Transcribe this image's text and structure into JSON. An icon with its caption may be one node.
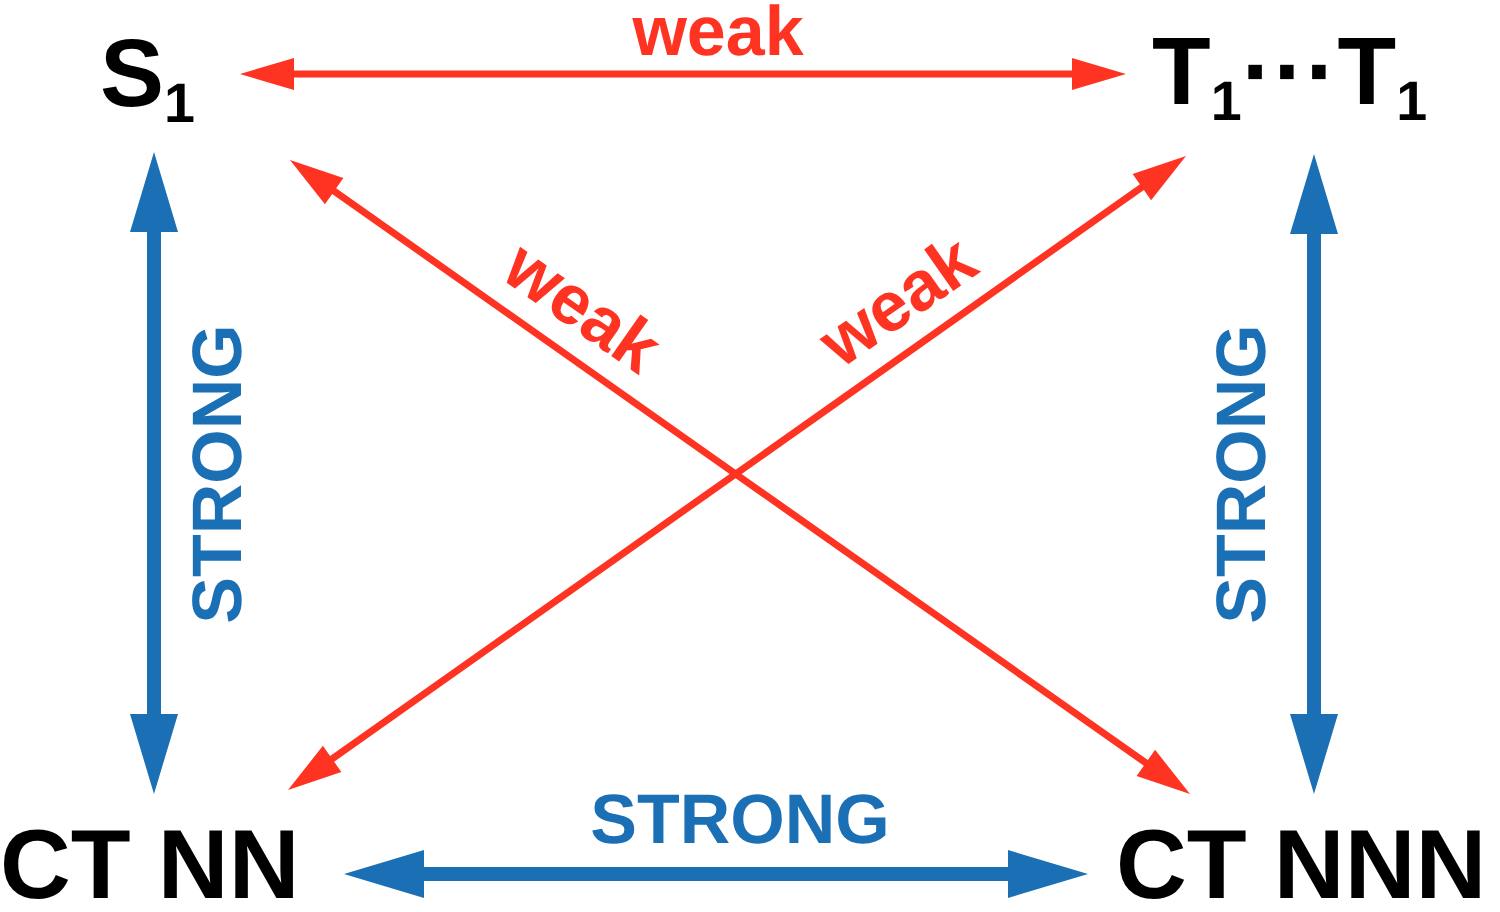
{
  "diagram": {
    "nodes": [
      {
        "text": [
          "S$_{1}$"
        ]
      },
      {
        "text": [
          "T$_{1}$···T$_{1}$"
        ]
      },
      {
        "text": [
          "CT NN"
        ]
      },
      {
        "text": [
          "CT NNN"
        ]
      }
    ],
    "edges": [
      {
        "from": 0,
        "to": 1,
        "arrow": "both",
        "label": "weak",
        "color": "#ff3322"
      },
      {
        "from": 0,
        "to": 3,
        "arrow": "both",
        "label": "weak",
        "color": "#ff3322"
      },
      {
        "from": 1,
        "to": 2,
        "arrow": "both",
        "label": "weak",
        "color": "#ff3322"
      },
      {
        "from": 0,
        "to": 2,
        "arrow": "both",
        "label": "STRONG",
        "style": "thick",
        "color": "#1a6fb5"
      },
      {
        "from": 1,
        "to": 3,
        "arrow": "both",
        "label": "STRONG",
        "style": "thick",
        "color": "#1a6fb5"
      },
      {
        "from": 2,
        "to": 3,
        "arrow": "both",
        "label": "STRONG",
        "style": "thick",
        "color": "#1a6fb5"
      }
    ]
  }
}
